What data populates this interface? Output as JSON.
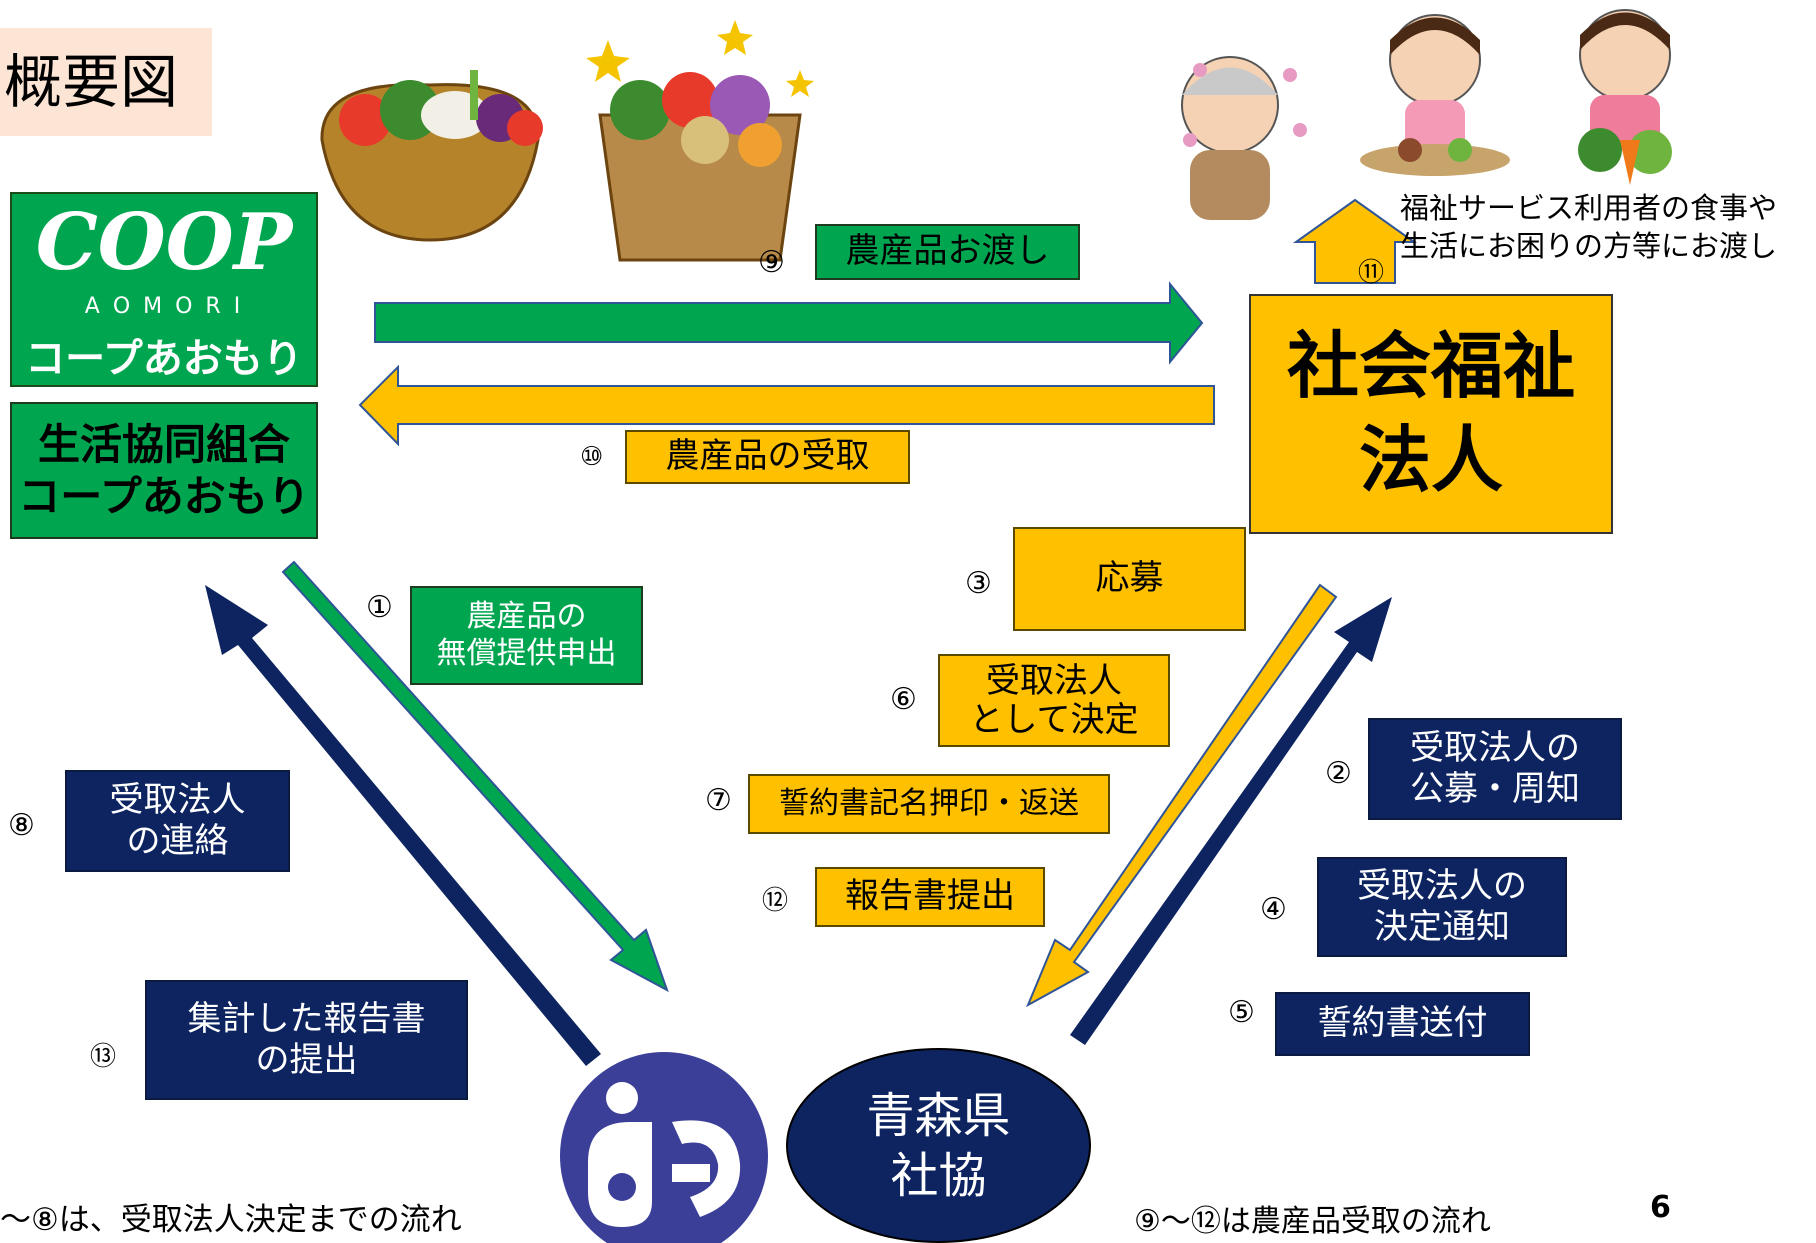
{
  "title": "概要図",
  "coop": {
    "brand": "COOP",
    "sub": "A O M O R I",
    "kana": "コープあおもり",
    "org_line1": "生活協同組合",
    "org_line2": "コープあおもり"
  },
  "welfare": {
    "line1": "社会福祉",
    "line2": "法人",
    "caption_line1": "福祉サービス利用者の食事や",
    "caption_line2": "生活にお困りの方等にお渡し"
  },
  "council": {
    "line1": "青森県",
    "line2": "社協"
  },
  "steps": {
    "s1": {
      "num": "①",
      "line1": "農産品の",
      "line2": "無償提供申出"
    },
    "s2": {
      "num": "②",
      "line1": "受取法人の",
      "line2": "公募・周知"
    },
    "s3": {
      "num": "③",
      "label": "応募"
    },
    "s4": {
      "num": "④",
      "line1": "受取法人の",
      "line2": "決定通知"
    },
    "s5": {
      "num": "⑤",
      "label": "誓約書送付"
    },
    "s6": {
      "num": "⑥",
      "line1": "受取法人",
      "line2": "として決定"
    },
    "s7": {
      "num": "⑦",
      "label": "誓約書記名押印・返送"
    },
    "s8": {
      "num": "⑧",
      "line1": "受取法人",
      "line2": "の連絡"
    },
    "s9": {
      "num": "⑨",
      "label": "農産品お渡し"
    },
    "s10": {
      "num": "⑩",
      "label": "農産品の受取"
    },
    "s11": {
      "num": "⑪"
    },
    "s12": {
      "num": "⑫",
      "label": "報告書提出"
    },
    "s13": {
      "num": "⑬",
      "line1": "集計した報告書",
      "line2": "の提出"
    }
  },
  "notes": {
    "left": "〜⑧は、受取法人決定までの流れ",
    "right": "⑨〜⑫は農産品受取の流れ"
  },
  "page_number": "6",
  "colors": {
    "green": "#00a550",
    "orange": "#ffc000",
    "navy": "#0d2461",
    "title_bg": "#fde5d6"
  },
  "icons": [
    "vegetable-basket-icon",
    "vegetable-box-icon",
    "elderly-person-icon",
    "girl-praying-icon",
    "girl-vegetables-icon",
    "shakyo-logo-icon"
  ]
}
